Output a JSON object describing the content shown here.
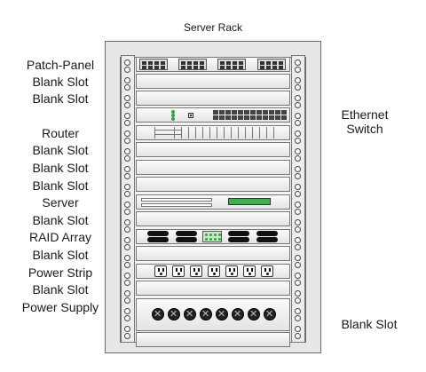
{
  "title": "Server Rack",
  "labels": {
    "patch_panel": "Patch-Panel",
    "blank_slot_1": "Blank Slot",
    "blank_slot_2": "Blank Slot",
    "ethernet_switch": "Ethernet Switch",
    "router": "Router",
    "blank_slot_3": "Blank Slot",
    "blank_slot_4": "Blank Slot",
    "blank_slot_5": "Blank Slot",
    "server": "Server",
    "blank_slot_6": "Blank Slot",
    "raid_array": "RAID Array",
    "blank_slot_7": "Blank Slot",
    "power_strip": "Power Strip",
    "blank_slot_8": "Blank Slot",
    "power_supply": "Power Supply",
    "blank_slot_9": "Blank Slot"
  },
  "colors": {
    "status_led": "#2aa838",
    "server_panel": "#37b24d"
  }
}
